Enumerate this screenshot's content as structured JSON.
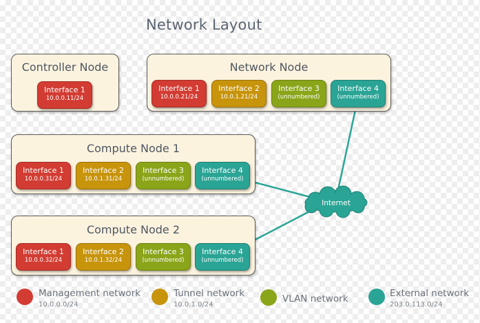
{
  "title": "Network Layout",
  "nodes": {
    "controller": {
      "title": "Controller Node",
      "interfaces": [
        {
          "name": "Interface 1",
          "address": "10.0.0.11/24"
        }
      ]
    },
    "network": {
      "title": "Network Node",
      "interfaces": [
        {
          "name": "Interface 1",
          "address": "10.0.0.21/24"
        },
        {
          "name": "Interface 2",
          "address": "10.0.1.21/24"
        },
        {
          "name": "Interface 3",
          "address": "(unnumbered)"
        },
        {
          "name": "Interface 4",
          "address": "(unnumbered)"
        }
      ]
    },
    "compute1": {
      "title": "Compute Node 1",
      "interfaces": [
        {
          "name": "Interface 1",
          "address": "10.0.0.31/24"
        },
        {
          "name": "Interface 2",
          "address": "10.0.1.31/24"
        },
        {
          "name": "Interface 3",
          "address": "(unnumbered)"
        },
        {
          "name": "Interface 4",
          "address": "(unnumbered)"
        }
      ]
    },
    "compute2": {
      "title": "Compute Node 2",
      "interfaces": [
        {
          "name": "Interface 1",
          "address": "10.0.0.32/24"
        },
        {
          "name": "Interface 2",
          "address": "10.0.1.32/24"
        },
        {
          "name": "Interface 3",
          "address": "(unnumbered)"
        },
        {
          "name": "Interface 4",
          "address": "(unnumbered)"
        }
      ]
    }
  },
  "internet": {
    "label": "Internet"
  },
  "legend": [
    {
      "name": "Management network",
      "subnet": "10.0.0.0/24",
      "color": "#d23c32"
    },
    {
      "name": "Tunnel network",
      "subnet": "10.0.1.0/24",
      "color": "#c7940c"
    },
    {
      "name": "VLAN network",
      "subnet": "",
      "color": "#8aa519"
    },
    {
      "name": "External network",
      "subnet": "203.0.113.0/24",
      "color": "#2aa495"
    }
  ],
  "colors": {
    "management": "#d23c32",
    "tunnel": "#c7940c",
    "vlan": "#8aa519",
    "external": "#2aa495",
    "node_fill": "#fcf3df"
  }
}
